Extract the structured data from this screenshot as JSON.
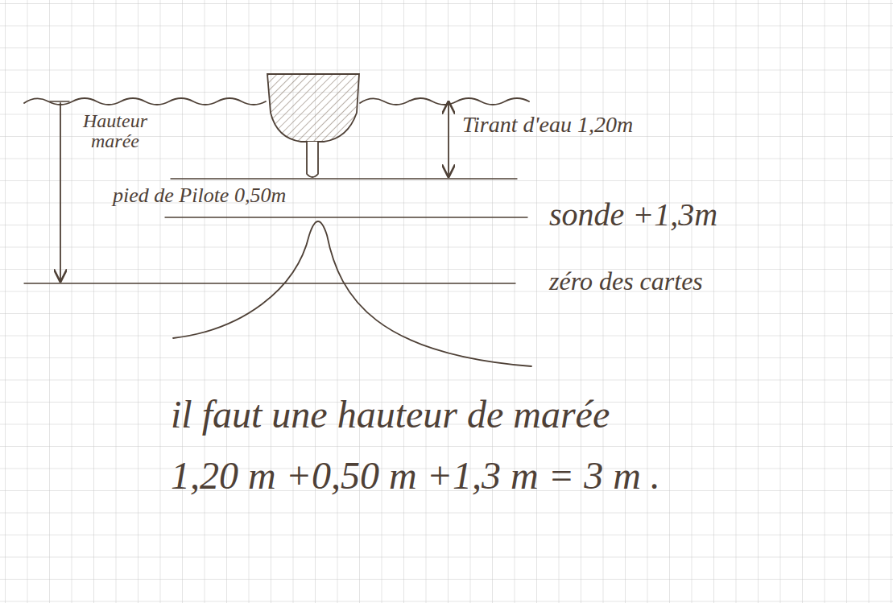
{
  "diagram": {
    "labels": [
      "Hauteur marée",
      "Tirant d'eau 1,20m",
      "pied de Pilote 0,50m",
      "sonde +1,3m",
      "zéro des cartes",
      "il faut une hauteur de marée",
      "1,20 m +0,50 m +1,3 m = 3 m ."
    ]
  }
}
